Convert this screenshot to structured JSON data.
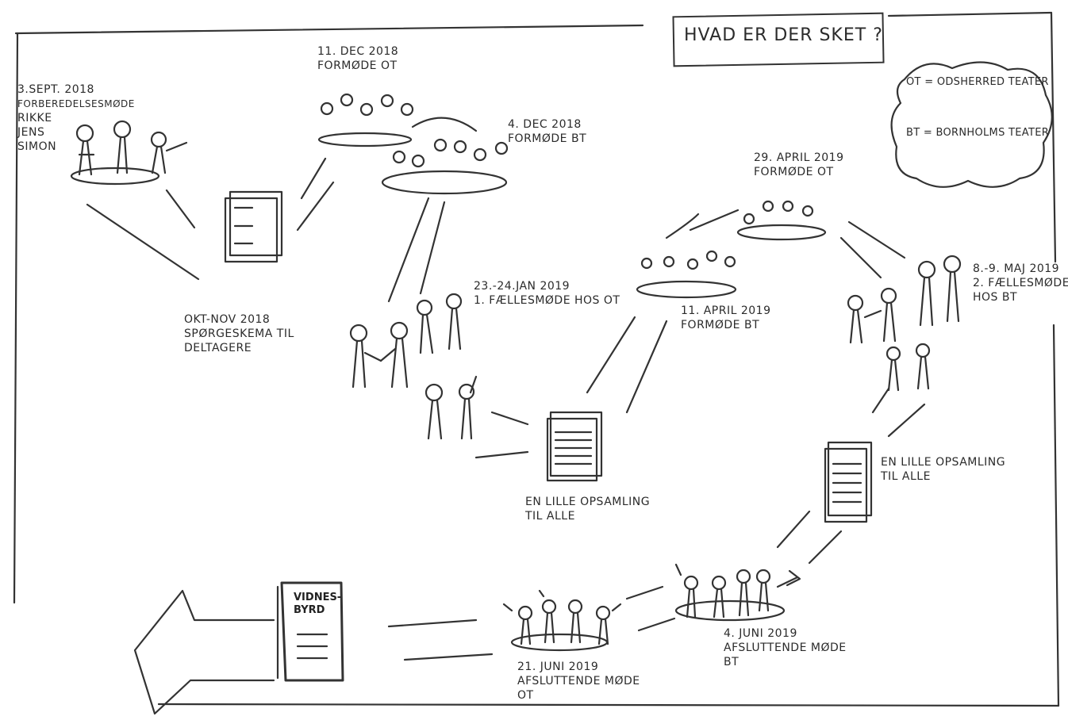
{
  "title": "HVAD ER DER SKET ?",
  "legend": [
    "OT = ODSHERRED TEATER",
    "BT = BORNHOLMS TEATER"
  ],
  "events": {
    "prep": [
      "3.SEPT. 2018",
      "FORBEREDELSESMØDE",
      "RIKKE",
      "JENS",
      "SIMON"
    ],
    "survey": [
      "OKT-NOV 2018",
      "SPØRGESKEMA TIL",
      "DELTAGERE"
    ],
    "ot1": [
      "11. DEC 2018",
      "FORMØDE OT"
    ],
    "bt1": [
      "4. DEC 2018",
      "FORMØDE BT"
    ],
    "joint1": [
      "23.-24.JAN 2019",
      "1. FÆLLESMØDE HOS OT"
    ],
    "bt2": [
      "11. APRIL 2019",
      "FORMØDE BT"
    ],
    "ot2": [
      "29. APRIL 2019",
      "FORMØDE OT"
    ],
    "joint2": [
      "8.-9. MAJ 2019",
      "2. FÆLLESMØDE",
      "HOS BT"
    ],
    "summary1": [
      "EN LILLE OPSAMLING",
      "TIL ALLE"
    ],
    "summary2": [
      "EN LILLE OPSAMLING",
      "TIL ALLE"
    ],
    "final_bt": [
      "4. JUNI 2019",
      "AFSLUTTENDE MØDE",
      "BT"
    ],
    "final_ot": [
      "21. JUNI 2019",
      "AFSLUTTENDE MØDE",
      "OT"
    ]
  },
  "certificate_label": [
    "VIDNES-",
    "BYRD"
  ]
}
